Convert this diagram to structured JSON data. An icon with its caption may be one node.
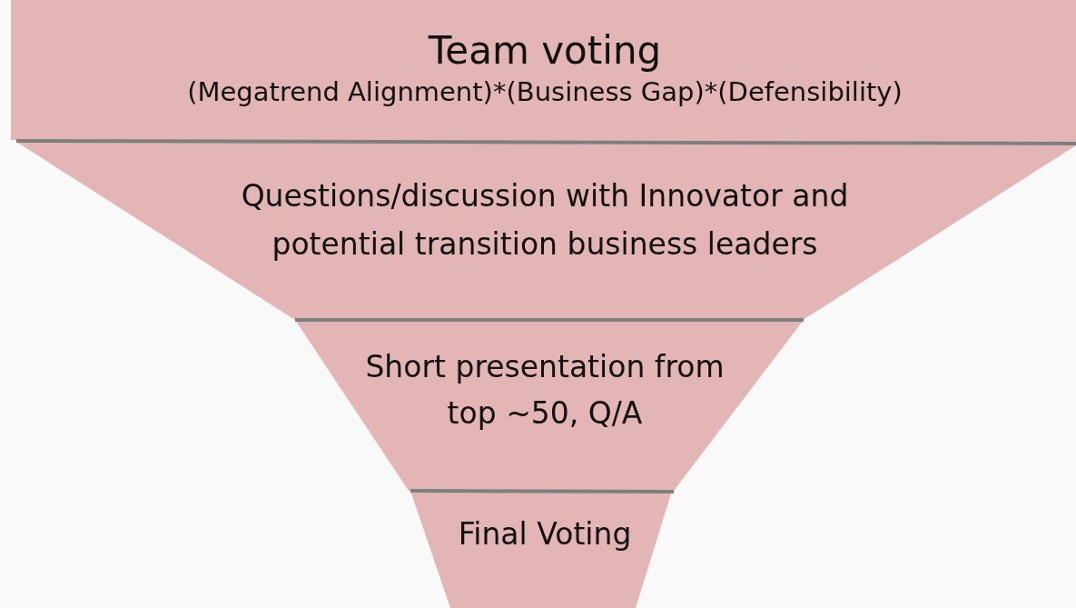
{
  "diagram": {
    "nodes": [
      {
        "text": [
          "Team voting",
          "(Megatrend Alignment)*(Business Gap)*(Defensibility)"
        ]
      },
      {
        "text": [
          "Questions/discussion with Innovator and potential transition business leaders"
        ]
      },
      {
        "text": [
          "Short presentation from top ~50, Q/A"
        ]
      },
      {
        "text": [
          "Final Voting"
        ]
      }
    ]
  }
}
